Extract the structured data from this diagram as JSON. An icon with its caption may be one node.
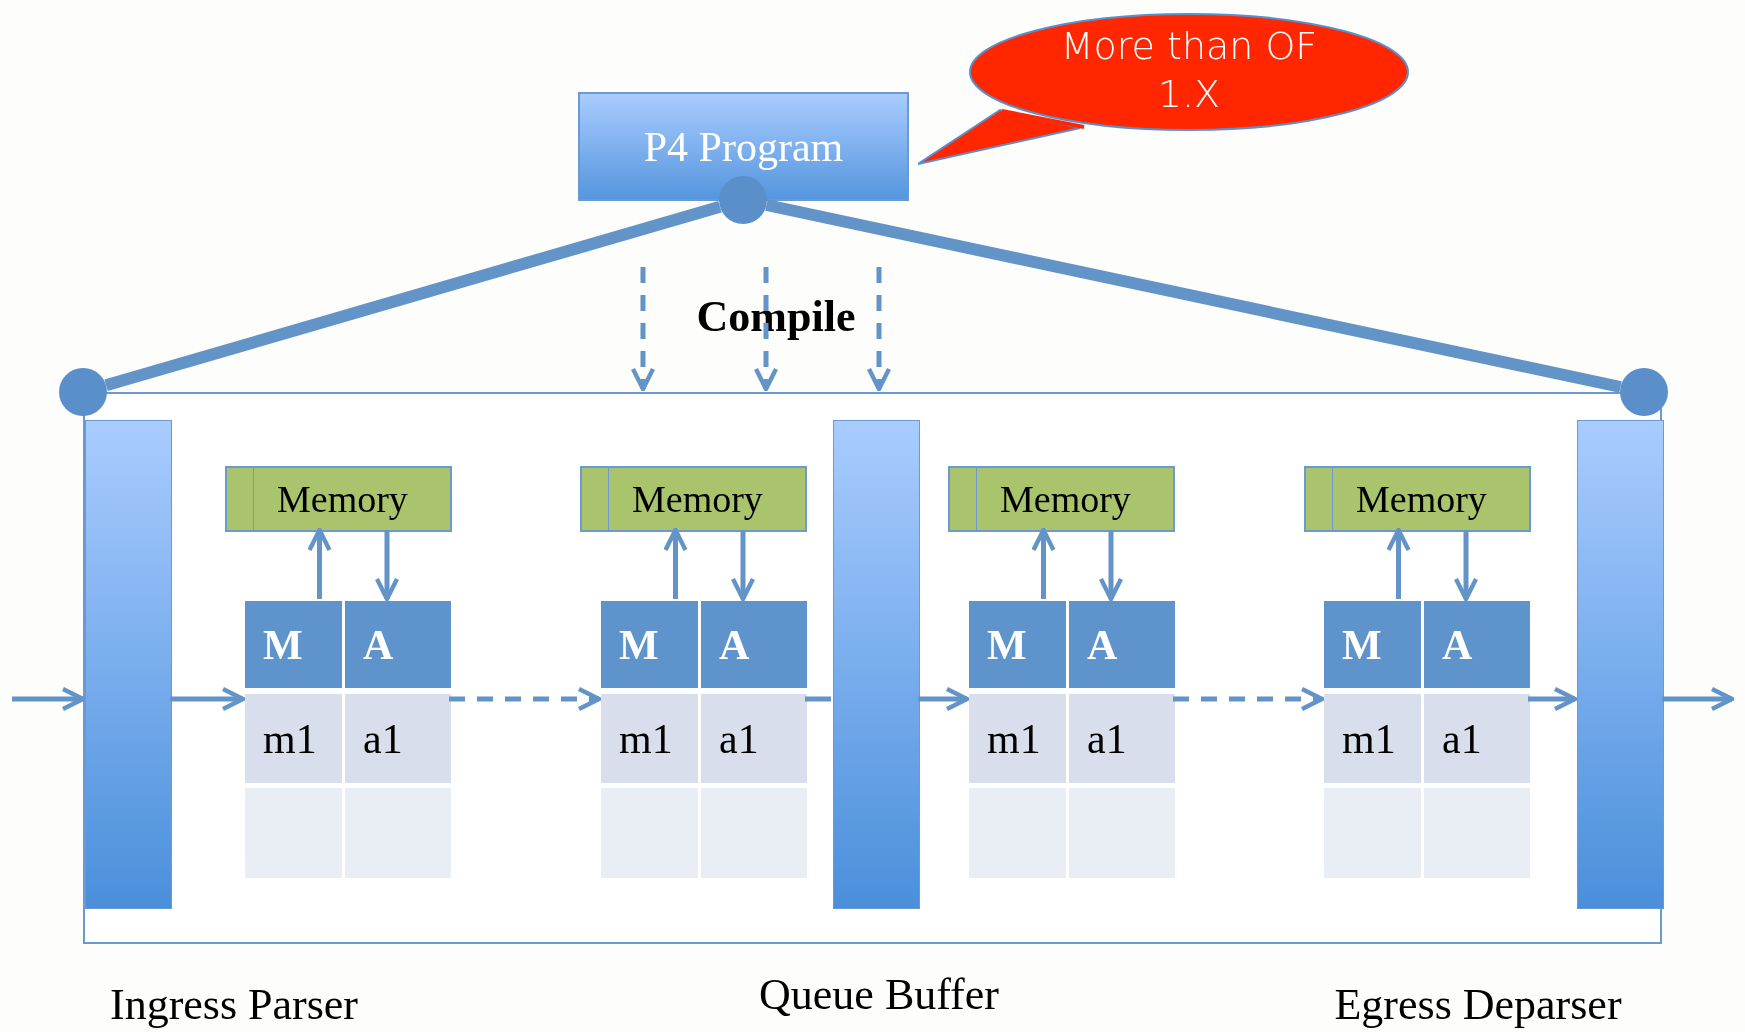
{
  "diagram": {
    "nodes": [
      {
        "text": [
          "P4 Program"
        ]
      },
      {
        "text": [
          "More than OF 1.X"
        ]
      },
      {
        "text": [],
        "shape": "circle"
      },
      {
        "text": [],
        "shape": "circle"
      },
      {
        "text": [],
        "shape": "circle"
      },
      {
        "text": [],
        "shape": "box"
      },
      {
        "text": [],
        "shape": "bar",
        "in": 5,
        "beside": [
          "Ingress Parser"
        ]
      },
      {
        "text": [
          "Memory"
        ],
        "in": 5
      },
      {
        "text": [],
        "shape": "box",
        "in": 5
      },
      {
        "text": [
          "M"
        ],
        "in": 8
      },
      {
        "text": [
          "A"
        ],
        "in": 8
      },
      {
        "text": [
          "m1"
        ],
        "in": 8
      },
      {
        "text": [
          "a1"
        ],
        "in": 8
      },
      {
        "text": [],
        "shape": "box",
        "in": 8
      },
      {
        "text": [],
        "shape": "box",
        "in": 8
      },
      {
        "text": [
          "Memory"
        ],
        "in": 5
      },
      {
        "text": [],
        "shape": "box",
        "in": 5
      },
      {
        "text": [
          "M"
        ],
        "in": 16
      },
      {
        "text": [
          "A"
        ],
        "in": 16
      },
      {
        "text": [
          "m1"
        ],
        "in": 16
      },
      {
        "text": [
          "a1"
        ],
        "in": 16
      },
      {
        "text": [],
        "shape": "box",
        "in": 16
      },
      {
        "text": [],
        "shape": "box",
        "in": 16
      },
      {
        "text": [],
        "shape": "bar",
        "in": 5,
        "beside": [
          "Queue Buffer"
        ]
      },
      {
        "text": [
          "Memory"
        ],
        "in": 5
      },
      {
        "text": [],
        "shape": "box",
        "in": 5
      },
      {
        "text": [
          "M"
        ],
        "in": 25
      },
      {
        "text": [
          "A"
        ],
        "in": 25
      },
      {
        "text": [
          "m1"
        ],
        "in": 25
      },
      {
        "text": [
          "a1"
        ],
        "in": 25
      },
      {
        "text": [],
        "shape": "box",
        "in": 25
      },
      {
        "text": [],
        "shape": "box",
        "in": 25
      },
      {
        "text": [
          "Memory"
        ],
        "in": 5
      },
      {
        "text": [],
        "shape": "box",
        "in": 5
      },
      {
        "text": [
          "M"
        ],
        "in": 33
      },
      {
        "text": [
          "A"
        ],
        "in": 33
      },
      {
        "text": [
          "m1"
        ],
        "in": 33
      },
      {
        "text": [
          "a1"
        ],
        "in": 33
      },
      {
        "text": [],
        "shape": "box",
        "in": 33
      },
      {
        "text": [],
        "shape": "box",
        "in": 33
      },
      {
        "text": [],
        "shape": "bar",
        "in": 5,
        "beside": [
          "Egress Deparser"
        ]
      }
    ],
    "edges": [
      {
        "from": 2,
        "to": 3,
        "arrow": "none",
        "style": "thick"
      },
      {
        "from": 2,
        "to": 4,
        "arrow": "none",
        "style": "thick"
      },
      {
        "from": null,
        "to": 5,
        "arrow": "to",
        "style": "dashed"
      },
      {
        "from": null,
        "to": 5,
        "arrow": "to",
        "style": "dashed"
      },
      {
        "from": null,
        "to": 5,
        "arrow": "to",
        "style": "dashed"
      },
      {
        "from": 9,
        "to": 7,
        "arrow": "to"
      },
      {
        "from": 7,
        "to": 10,
        "arrow": "to"
      },
      {
        "from": 17,
        "to": 15,
        "arrow": "to"
      },
      {
        "from": 15,
        "to": 18,
        "arrow": "to"
      },
      {
        "from": 26,
        "to": 24,
        "arrow": "to"
      },
      {
        "from": 24,
        "to": 27,
        "arrow": "to"
      },
      {
        "from": 34,
        "to": 32,
        "arrow": "to"
      },
      {
        "from": 32,
        "to": 35,
        "arrow": "to"
      },
      {
        "from": null,
        "to": 6,
        "arrow": "to"
      },
      {
        "from": 6,
        "to": 8,
        "arrow": "to"
      },
      {
        "from": 8,
        "to": 16,
        "arrow": "to",
        "style": "dashed"
      },
      {
        "from": 16,
        "to": 23,
        "arrow": "none"
      },
      {
        "from": 23,
        "to": 25,
        "arrow": "to"
      },
      {
        "from": 25,
        "to": 33,
        "arrow": "to",
        "style": "dashed"
      },
      {
        "from": 33,
        "to": 40,
        "arrow": "to"
      },
      {
        "from": 40,
        "to": null,
        "arrow": "to"
      }
    ],
    "labels": [
      "Compile"
    ]
  }
}
